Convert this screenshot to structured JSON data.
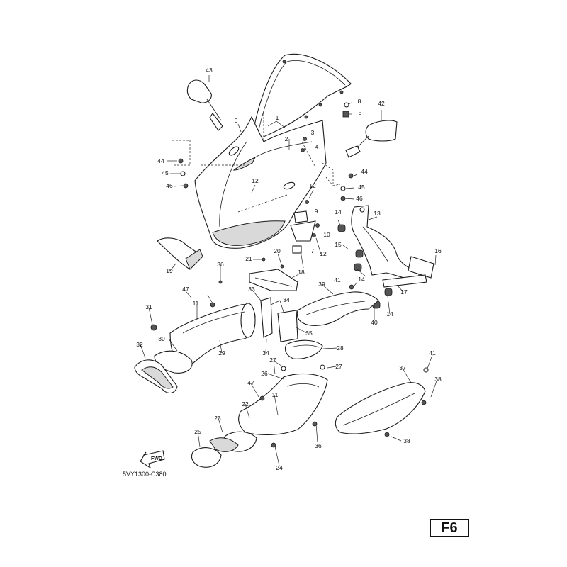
{
  "figure_code": "5VY1300-C380",
  "page_label": "F6",
  "fwd_label": "FWD",
  "callouts": [
    "1",
    "2",
    "3",
    "4",
    "5",
    "6",
    "7",
    "8",
    "9",
    "10",
    "11",
    "11",
    "12",
    "12",
    "12",
    "13",
    "14",
    "14",
    "14",
    "15",
    "16",
    "17",
    "18",
    "19",
    "20",
    "21",
    "22",
    "23",
    "24",
    "25",
    "26",
    "27",
    "27",
    "28",
    "29",
    "30",
    "31",
    "32",
    "33",
    "34",
    "34",
    "35",
    "36",
    "36",
    "37",
    "38",
    "38",
    "39",
    "40",
    "41",
    "41",
    "42",
    "43",
    "44",
    "44",
    "45",
    "45",
    "46",
    "46",
    "47",
    "47"
  ]
}
